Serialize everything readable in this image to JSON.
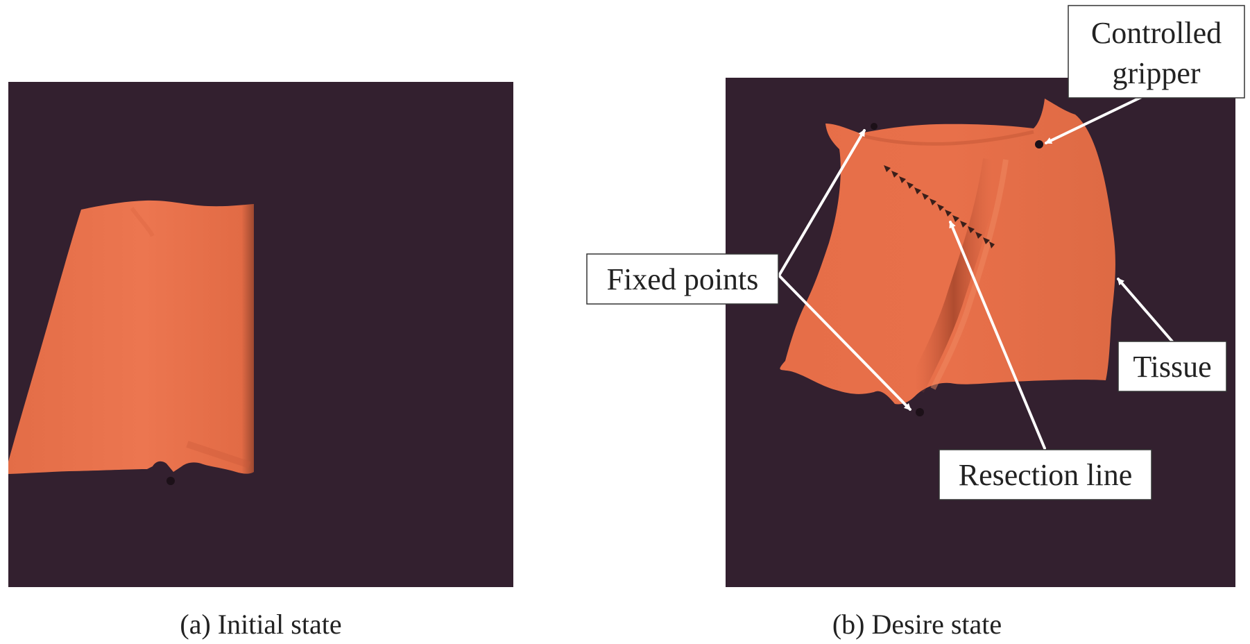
{
  "panels": {
    "initial": {
      "caption": "(a) Initial state",
      "background_color": "#33202f"
    },
    "desired": {
      "caption": "(b) Desire state",
      "background_color": "#33202f"
    }
  },
  "annotations": {
    "controlled_gripper_line1": "Controlled",
    "controlled_gripper_line2": "gripper",
    "fixed_points": "Fixed points",
    "tissue": "Tissue",
    "resection_line": "Resection line"
  },
  "colors": {
    "tissue": "#e8704a",
    "tissue_shadow": "#c95a38",
    "scene_background": "#33202f",
    "arrow": "#ffffff",
    "label_box_border": "#333333",
    "marker": "#2a1a25"
  }
}
